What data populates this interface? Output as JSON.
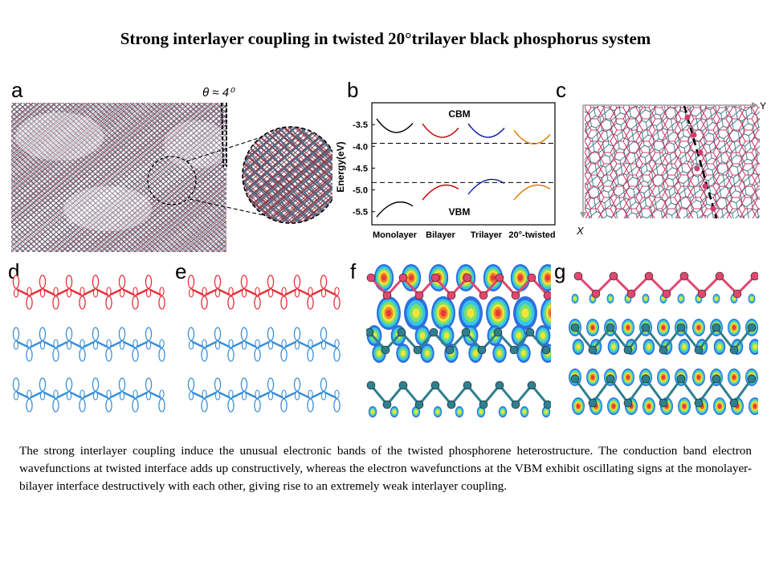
{
  "title": "Strong interlayer coupling in twisted 20°trilayer black phosphorus system",
  "panels": {
    "a": {
      "label": "a",
      "angle_label": "θ ≈ 4⁰"
    },
    "b": {
      "label": "b"
    },
    "c": {
      "label": "c",
      "axis_y": "Y",
      "axis_x": "X"
    },
    "d": {
      "label": "d"
    },
    "e": {
      "label": "e"
    },
    "f": {
      "label": "f"
    },
    "g": {
      "label": "g"
    }
  },
  "chart_data": {
    "type": "line",
    "ylabel": "Energy(eV)",
    "ylim": [
      -5.8,
      -3.0
    ],
    "yticks": [
      "-3.5",
      "-4.0",
      "-4.5",
      "-5.0",
      "-5.5"
    ],
    "ytick_values": [
      -3.5,
      -4.0,
      -4.5,
      -5.0,
      -5.5
    ],
    "categories": [
      "Monolayer",
      "Bilayer",
      "Trilayer",
      "20°-twisted"
    ],
    "annotations": [
      "CBM",
      "VBM"
    ],
    "reference_lines": [
      -3.93,
      -4.83
    ],
    "colors": {
      "Monolayer": "#000000",
      "Bilayer": "#cc0000",
      "Trilayer": "#0a1aa0",
      "20°-twisted": "#e07b00"
    },
    "bands": {
      "conduction_minima": [
        -3.82,
        -3.93,
        -3.93,
        -4.08
      ],
      "valence_maxima": [
        -5.22,
        -4.83,
        -4.7,
        -4.83
      ]
    }
  },
  "caption": "The strong interlayer coupling induce the unusual electronic bands of the twisted phosphorene heterostructure. The conduction band electron wavefunctions at twisted interface adds up constructively, whereas the electron wavefunctions at the VBM exhibit oscillating signs at the monolayer-bilayer interface destructively with each other, giving rise to an extremely weak interlayer coupling."
}
